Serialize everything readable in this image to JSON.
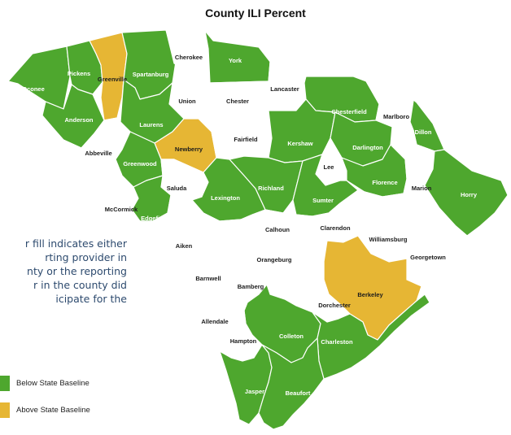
{
  "title": "County ILI Percent",
  "note_lines": [
    "r fill indicates either",
    "rting provider in",
    "nty or the reporting",
    "r in the county did",
    "icipate for the"
  ],
  "colors": {
    "below": "#4ea72e",
    "above": "#e6b634",
    "none": "#ffffff",
    "border": "#b3b3b3"
  },
  "legend": [
    {
      "label": "Below State Baseline",
      "status": "below"
    },
    {
      "label": "Above State Baseline",
      "status": "above"
    }
  ],
  "counties": [
    {
      "name": "Oconee",
      "status": "below"
    },
    {
      "name": "Pickens",
      "status": "below"
    },
    {
      "name": "Greenville",
      "status": "above"
    },
    {
      "name": "Spartanburg",
      "status": "below"
    },
    {
      "name": "Cherokee",
      "status": "none"
    },
    {
      "name": "York",
      "status": "below"
    },
    {
      "name": "Lancaster",
      "status": "none"
    },
    {
      "name": "Chester",
      "status": "none"
    },
    {
      "name": "Union",
      "status": "none"
    },
    {
      "name": "Anderson",
      "status": "below"
    },
    {
      "name": "Laurens",
      "status": "below"
    },
    {
      "name": "Chesterfield",
      "status": "below"
    },
    {
      "name": "Marlboro",
      "status": "none"
    },
    {
      "name": "Dillon",
      "status": "below"
    },
    {
      "name": "Abbeville",
      "status": "none"
    },
    {
      "name": "Newberry",
      "status": "above"
    },
    {
      "name": "Fairfield",
      "status": "none"
    },
    {
      "name": "Kershaw",
      "status": "below"
    },
    {
      "name": "Darlington",
      "status": "below"
    },
    {
      "name": "Greenwood",
      "status": "below"
    },
    {
      "name": "Lee",
      "status": "none"
    },
    {
      "name": "Florence",
      "status": "below"
    },
    {
      "name": "Marion",
      "status": "none"
    },
    {
      "name": "Horry",
      "status": "below"
    },
    {
      "name": "Saluda",
      "status": "none"
    },
    {
      "name": "Richland",
      "status": "below"
    },
    {
      "name": "Lexington",
      "status": "below"
    },
    {
      "name": "Sumter",
      "status": "below"
    },
    {
      "name": "McCormick",
      "status": "none"
    },
    {
      "name": "Edgefield",
      "status": "below"
    },
    {
      "name": "Calhoun",
      "status": "none"
    },
    {
      "name": "Clarendon",
      "status": "none"
    },
    {
      "name": "Williamsburg",
      "status": "none"
    },
    {
      "name": "Aiken",
      "status": "none"
    },
    {
      "name": "Orangeburg",
      "status": "none"
    },
    {
      "name": "Georgetown",
      "status": "none"
    },
    {
      "name": "Barnwell",
      "status": "none"
    },
    {
      "name": "Bamberg",
      "status": "none"
    },
    {
      "name": "Berkeley",
      "status": "above"
    },
    {
      "name": "Dorchester",
      "status": "none"
    },
    {
      "name": "Allendale",
      "status": "none"
    },
    {
      "name": "Colleton",
      "status": "below"
    },
    {
      "name": "Charleston",
      "status": "below"
    },
    {
      "name": "Hampton",
      "status": "none"
    },
    {
      "name": "Jasper",
      "status": "below"
    },
    {
      "name": "Beaufort",
      "status": "below"
    }
  ]
}
